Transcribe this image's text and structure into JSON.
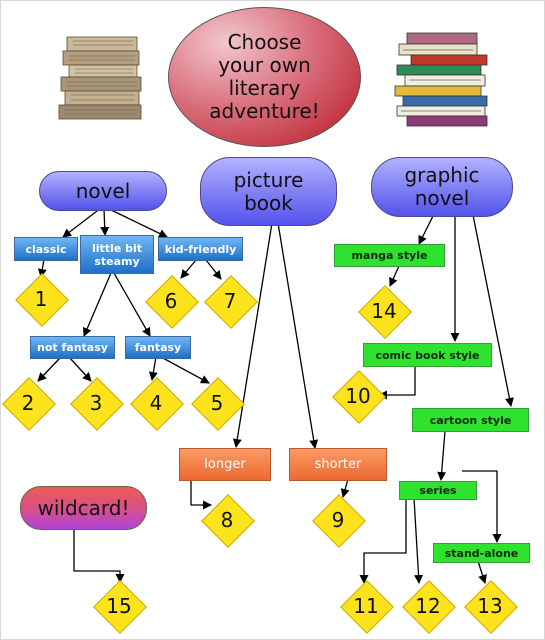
{
  "title": "Choose\nyour own\nliterary\nadventure!",
  "categories": {
    "novel": "novel",
    "picture_book": "picture\nbook",
    "graphic_novel": "graphic\nnovel",
    "wildcard": "wildcard!"
  },
  "subcategories": {
    "classic": "classic",
    "little_bit_steamy": "little bit\nsteamy",
    "kid_friendly": "kid-friendly",
    "not_fantasy": "not fantasy",
    "fantasy": "fantasy",
    "longer": "longer",
    "shorter": "shorter",
    "manga_style": "manga style",
    "comic_book_style": "comic book style",
    "cartoon_style": "cartoon style",
    "series": "series",
    "stand_alone": "stand-alone"
  },
  "outcomes": {
    "n1": "1",
    "n2": "2",
    "n3": "3",
    "n4": "4",
    "n5": "5",
    "n6": "6",
    "n7": "7",
    "n8": "8",
    "n9": "9",
    "n10": "10",
    "n11": "11",
    "n12": "12",
    "n13": "13",
    "n14": "14",
    "n15": "15"
  },
  "colors": {
    "pill": "#5252ec",
    "title": "#b81523",
    "tag_blue": "#1e6fc8",
    "tag_orange": "#ec6a30",
    "tag_green": "#2ee22e",
    "diamond": "#fde31b"
  }
}
